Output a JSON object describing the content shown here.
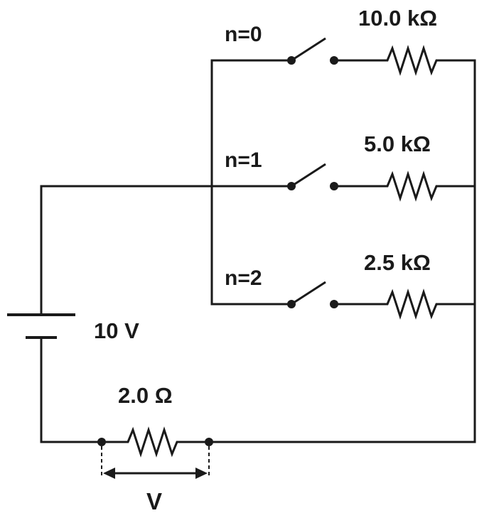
{
  "diagram": {
    "branches": [
      {
        "switch_label": "n=0",
        "resistance_label": "10.0 kΩ"
      },
      {
        "switch_label": "n=1",
        "resistance_label": "5.0 kΩ"
      },
      {
        "switch_label": "n=2",
        "resistance_label": "2.5 kΩ"
      }
    ],
    "battery_label": "10 V",
    "series_resistor_label": "2.0 Ω",
    "voltage_label": "V"
  }
}
